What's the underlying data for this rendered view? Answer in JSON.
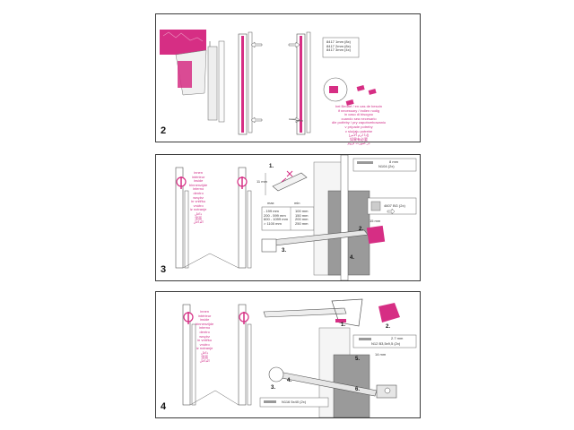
{
  "panels": {
    "p2": {
      "number": "2",
      "codes": [
        "8417 1mm (8x)",
        "8417 2mm (8x)",
        "8417 3mm (4x)"
      ],
      "note": [
        "bei Bedarf / en cas de besoin",
        "if necessary / indien nodig",
        "in caso di bisogno",
        "cuando sea necesario",
        "dle potřeby / pry zapotrzebowaniu",
        "v prípade potreby",
        "v slučaju potrebe",
        "(إذا لزم الأمر)",
        "如果有必要",
        "در صورت لزوم"
      ]
    },
    "p3": {
      "number": "3",
      "inside": [
        "innen",
        "intérieur",
        "inside",
        "binnenzijde",
        "interno",
        "dentro",
        "wnętrz",
        "in vnitřku",
        "vnútro",
        "iz notranje",
        "داخل",
        "里面",
        "الداخل"
      ],
      "steps": [
        "1.",
        "2.",
        "3.",
        "4."
      ],
      "table": [
        [
          "- 199 mm",
          "100 mm"
        ],
        [
          "200 - 599 mm",
          "150 mm"
        ],
        [
          "600 - 1099 mm",
          "200 mm"
        ],
        [
          "> 1100 mm",
          "250 mm"
        ]
      ],
      "dims": {
        "max": "max",
        "min": "min",
        "val1": "11 mm",
        "val2": "15 mm"
      },
      "parts": [
        "8 mm",
        "N104 (2x)",
        "4607 BG (2x)"
      ]
    },
    "p4": {
      "number": "4",
      "inside": [
        "innen",
        "intérieur",
        "inside",
        "binnenzijde",
        "interno",
        "dentro",
        "wnętrz",
        "in vnitřku",
        "vnútro",
        "iz notranje",
        "داخل",
        "里面",
        "الداخل"
      ],
      "steps": [
        "1.",
        "2.",
        "3.",
        "4.",
        "5.",
        "6."
      ],
      "dims": {
        "val1": "14 mm"
      },
      "parts": [
        "2.7 mm",
        "N12 B3,5x9,5 (2x)",
        "N116 5x40 (2x)"
      ]
    }
  }
}
